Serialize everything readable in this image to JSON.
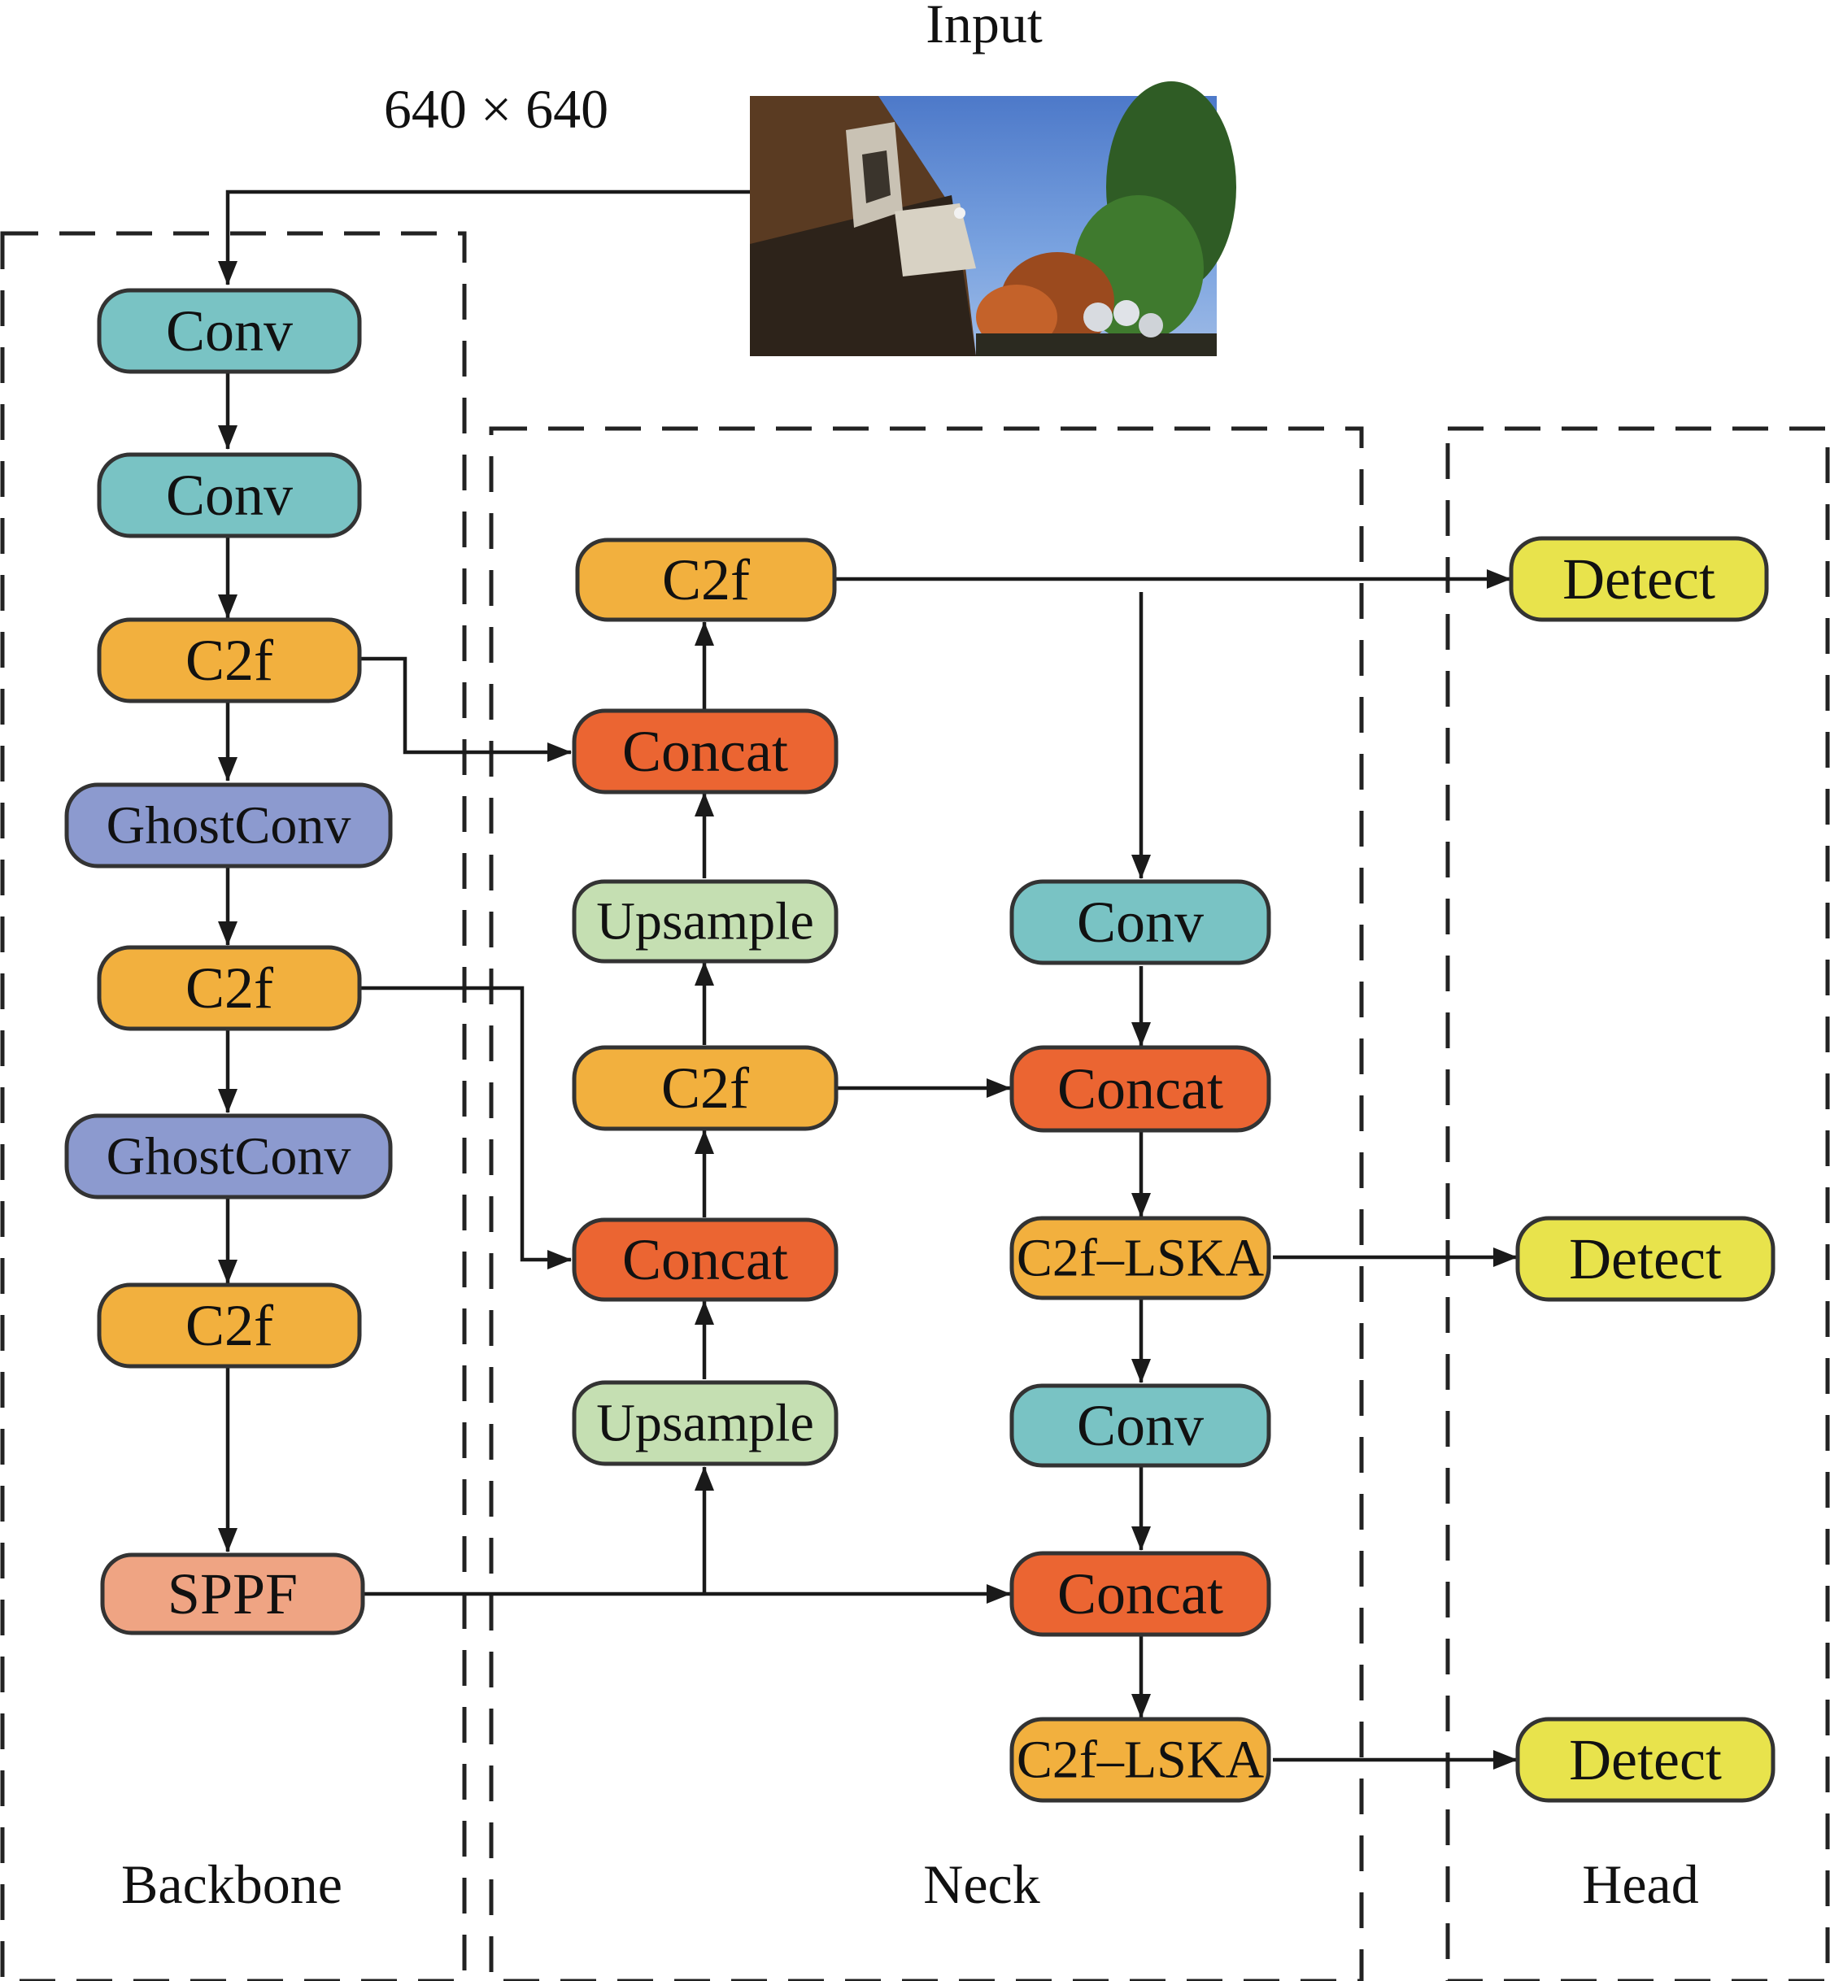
{
  "input": {
    "title": "Input",
    "size": "640 × 640",
    "image": {
      "depicts": "photo-of-building-and-trees-under-blue-sky"
    }
  },
  "groups": {
    "backbone": {
      "label": "Backbone"
    },
    "neck": {
      "label": "Neck"
    },
    "head": {
      "label": "Head"
    }
  },
  "colors": {
    "conv": "#79C3C4",
    "c2f": "#F2B03E",
    "ghostconv": "#8C9ACF",
    "sppf": "#EFA483",
    "concat": "#EB6532",
    "upsample": "#C5DFB2",
    "detect": "#E8E34C",
    "c2f_lska": "#F2B03E"
  },
  "nodes": {
    "bb_conv1": {
      "label": "Conv",
      "kind": "conv"
    },
    "bb_conv2": {
      "label": "Conv",
      "kind": "conv"
    },
    "bb_c2f1": {
      "label": "C2f",
      "kind": "c2f"
    },
    "bb_ghost1": {
      "label": "GhostConv",
      "kind": "ghostconv"
    },
    "bb_c2f2": {
      "label": "C2f",
      "kind": "c2f"
    },
    "bb_ghost2": {
      "label": "GhostConv",
      "kind": "ghostconv"
    },
    "bb_c2f3": {
      "label": "C2f",
      "kind": "c2f"
    },
    "bb_sppf": {
      "label": "SPPF",
      "kind": "sppf"
    },
    "nk_c2f_top": {
      "label": "C2f",
      "kind": "c2f"
    },
    "nk_concat1": {
      "label": "Concat",
      "kind": "concat"
    },
    "nk_upsample1": {
      "label": "Upsample",
      "kind": "upsample"
    },
    "nk_c2f_mid": {
      "label": "C2f",
      "kind": "c2f"
    },
    "nk_concat2": {
      "label": "Concat",
      "kind": "concat"
    },
    "nk_upsample2": {
      "label": "Upsample",
      "kind": "upsample"
    },
    "nk_conv1": {
      "label": "Conv",
      "kind": "conv"
    },
    "nk_concat3": {
      "label": "Concat",
      "kind": "concat"
    },
    "nk_lska1": {
      "label": "C2f–LSKA",
      "kind": "c2f_lska"
    },
    "nk_conv2": {
      "label": "Conv",
      "kind": "conv"
    },
    "nk_concat4": {
      "label": "Concat",
      "kind": "concat"
    },
    "nk_lska2": {
      "label": "C2f–LSKA",
      "kind": "c2f_lska"
    },
    "hd_detect1": {
      "label": "Detect",
      "kind": "detect"
    },
    "hd_detect2": {
      "label": "Detect",
      "kind": "detect"
    },
    "hd_detect3": {
      "label": "Detect",
      "kind": "detect"
    }
  },
  "edges": [
    {
      "from": "input_image",
      "to": "bb_conv1"
    },
    {
      "from": "bb_conv1",
      "to": "bb_conv2"
    },
    {
      "from": "bb_conv2",
      "to": "bb_c2f1"
    },
    {
      "from": "bb_c2f1",
      "to": "bb_ghost1"
    },
    {
      "from": "bb_ghost1",
      "to": "bb_c2f2"
    },
    {
      "from": "bb_c2f2",
      "to": "bb_ghost2"
    },
    {
      "from": "bb_ghost2",
      "to": "bb_c2f3"
    },
    {
      "from": "bb_c2f3",
      "to": "bb_sppf"
    },
    {
      "from": "bb_c2f1",
      "to": "nk_concat1"
    },
    {
      "from": "bb_c2f2",
      "to": "nk_concat2"
    },
    {
      "from": "bb_sppf",
      "to": "nk_upsample2"
    },
    {
      "from": "bb_sppf",
      "to": "nk_concat4"
    },
    {
      "from": "nk_upsample2",
      "to": "nk_concat2"
    },
    {
      "from": "nk_concat2",
      "to": "nk_c2f_mid"
    },
    {
      "from": "nk_c2f_mid",
      "to": "nk_upsample1"
    },
    {
      "from": "nk_upsample1",
      "to": "nk_concat1"
    },
    {
      "from": "nk_concat1",
      "to": "nk_c2f_top"
    },
    {
      "from": "nk_c2f_top",
      "to": "hd_detect1"
    },
    {
      "from": "nk_c2f_top",
      "to": "nk_conv1"
    },
    {
      "from": "nk_conv1",
      "to": "nk_concat3"
    },
    {
      "from": "nk_c2f_mid",
      "to": "nk_concat3"
    },
    {
      "from": "nk_concat3",
      "to": "nk_lska1"
    },
    {
      "from": "nk_lska1",
      "to": "hd_detect2"
    },
    {
      "from": "nk_lska1",
      "to": "nk_conv2"
    },
    {
      "from": "nk_conv2",
      "to": "nk_concat4"
    },
    {
      "from": "nk_concat4",
      "to": "nk_lska2"
    },
    {
      "from": "nk_lska2",
      "to": "hd_detect3"
    }
  ]
}
